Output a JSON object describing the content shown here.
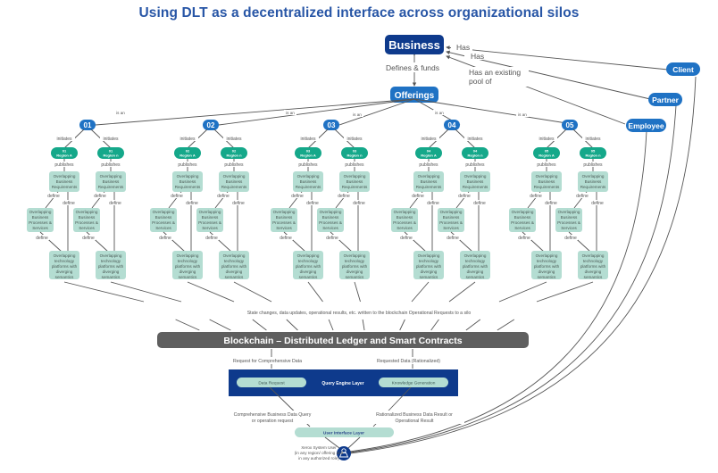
{
  "title": "Using DLT as a decentralized interface across organizational silos",
  "colors": {
    "title": "#2856a6",
    "business": "#0e3a8c",
    "blue_node": "#1f72c4",
    "region_node": "#15a88a",
    "green_box": "#b4ddd2",
    "blockchain_bar": "#5f5f5f",
    "query_layer": "#0e3a8c",
    "ui_layer": "#b4ddd2",
    "user_icon": "#0e3a8c"
  },
  "nodes": {
    "business": "Business",
    "offerings": "Offerings",
    "client": "Client",
    "partner": "Partner",
    "employee": "Employee"
  },
  "edge_labels": {
    "has_1": "Has",
    "has_2": "Has",
    "has_pool": [
      "Has an existing",
      "pool of"
    ],
    "defines_funds": "Defines & funds",
    "is_an": "is an",
    "initiates": "initiates",
    "publishes": "publishes",
    "define": "define"
  },
  "offerings": [
    {
      "id": "01",
      "regions": [
        [
          "01",
          "Region A"
        ],
        [
          "01",
          "Region n"
        ]
      ]
    },
    {
      "id": "02",
      "regions": [
        [
          "02",
          "Region A"
        ],
        [
          "02",
          "Region n"
        ]
      ]
    },
    {
      "id": "03",
      "regions": [
        [
          "03",
          "Region A"
        ],
        [
          "03",
          "Region n"
        ]
      ]
    },
    {
      "id": "04",
      "regions": [
        [
          "04",
          "Region A"
        ],
        [
          "04",
          "Region n"
        ]
      ]
    },
    {
      "id": "05",
      "regions": [
        [
          "05",
          "Region A"
        ],
        [
          "05",
          "Region n"
        ]
      ]
    }
  ],
  "boxes": {
    "requirements": [
      "Overlapping",
      "Business",
      "Requirements"
    ],
    "processes": [
      "Overlapping",
      "Business",
      "Processes &",
      "Services"
    ],
    "platforms": [
      "Overlapping",
      "technology",
      "platforms with",
      "diverging",
      "semantics"
    ]
  },
  "state_changes_text": "State changes, data updates, operational results, etc. written to the blockchain Operational Requests to a silo",
  "blockchain": "Blockchain – Distributed Ledger and Smart Contracts",
  "request_comprehensive": "Request for Comprehensive Data",
  "requested_rationalized": "Requested Data (Rationalized)",
  "query_layer": {
    "label": "Query Engine Layer",
    "data_request": "Data Request",
    "knowledge_generation": "Knowledge Generation"
  },
  "comprehensive_query": [
    "Comprehensive Business Data Query",
    "or operation request"
  ],
  "rationalized_result": [
    "Rationalized Business Data Result or",
    "Operational Result"
  ],
  "ui_layer": "User Interface Layer",
  "user_caption": [
    "Xerox System User",
    "(in any region/ offering and",
    "in any authorized role)"
  ],
  "icons": {
    "user": "person-icon"
  }
}
